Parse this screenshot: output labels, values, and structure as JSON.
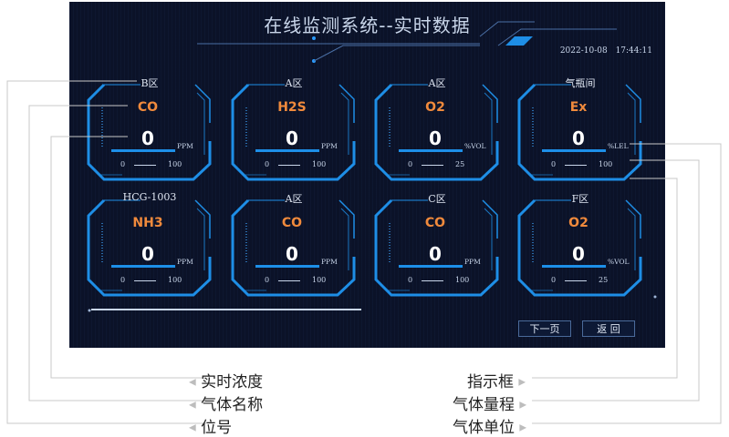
{
  "header": {
    "title": "在线监测系统--实时数据",
    "datetime": "2022-10-08  17:44:11"
  },
  "cards": [
    {
      "location": "B区",
      "gas": "CO",
      "value": "0",
      "unit": "PPM",
      "range_min": "0",
      "range_max": "100"
    },
    {
      "location": "A区",
      "gas": "H2S",
      "value": "0",
      "unit": "PPM",
      "range_min": "0",
      "range_max": "100"
    },
    {
      "location": "A区",
      "gas": "O2",
      "value": "0",
      "unit": "%VOL",
      "range_min": "0",
      "range_max": "25"
    },
    {
      "location": "气瓶间",
      "gas": "Ex",
      "value": "0",
      "unit": "%LEL",
      "range_min": "0",
      "range_max": "100"
    },
    {
      "location": "HCG-1003",
      "gas": "NH3",
      "value": "0",
      "unit": "PPM",
      "range_min": "0",
      "range_max": "100"
    },
    {
      "location": "A区",
      "gas": "CO",
      "value": "0",
      "unit": "PPM",
      "range_min": "0",
      "range_max": "100"
    },
    {
      "location": "C区",
      "gas": "CO",
      "value": "0",
      "unit": "PPM",
      "range_min": "0",
      "range_max": "100"
    },
    {
      "location": "F区",
      "gas": "O2",
      "value": "0",
      "unit": "%VOL",
      "range_min": "0",
      "range_max": "25"
    }
  ],
  "buttons": {
    "next": "下一页",
    "back": "返 回"
  },
  "annotations": {
    "left": [
      "实时浓度",
      "气体名称",
      "位号"
    ],
    "right": [
      "指示框",
      "气体量程",
      "气体单位"
    ]
  },
  "colors": {
    "background": "#0b1228",
    "frame": "#1e8ee6",
    "gas_label": "#f08a3c"
  }
}
